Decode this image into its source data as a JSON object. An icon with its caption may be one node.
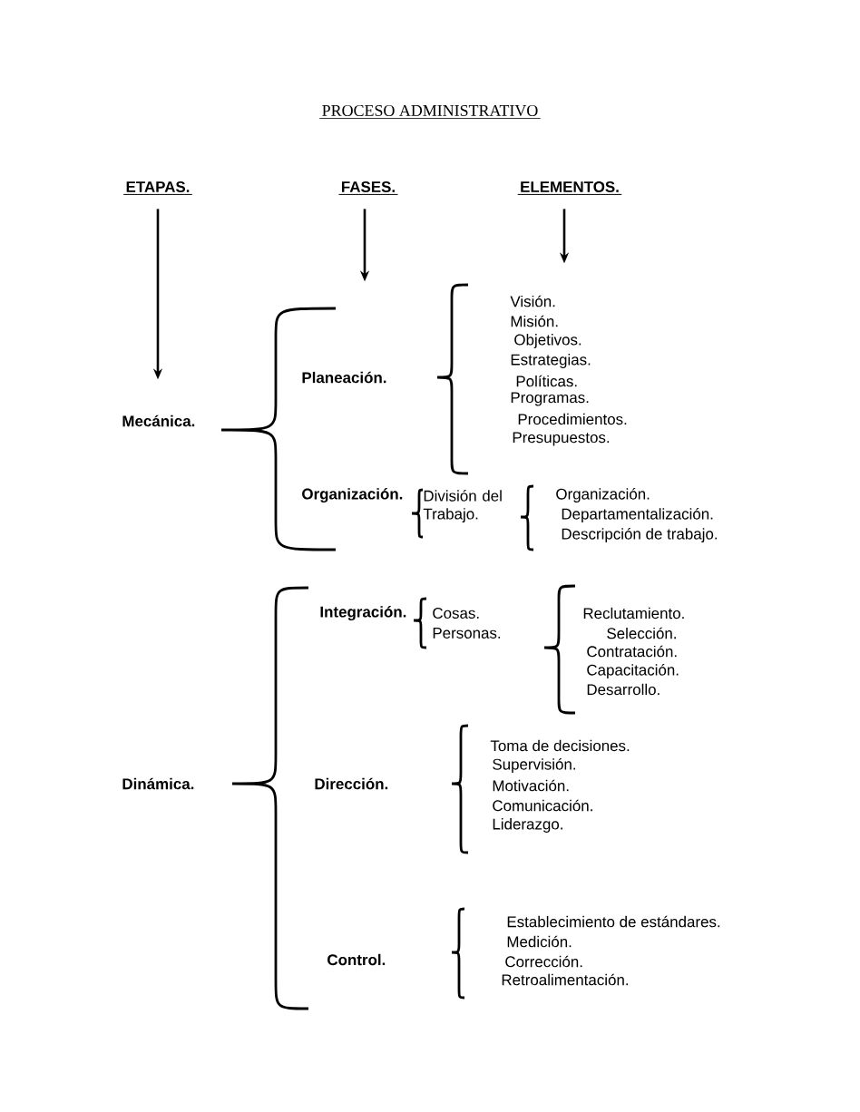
{
  "diagram": {
    "title": "PROCESO ADMINISTRATIVO",
    "nodes": [
      {
        "text": [
          "ETAPAS."
        ]
      },
      {
        "text": [
          "FASES."
        ]
      },
      {
        "text": [
          "ELEMENTOS."
        ]
      }
    ],
    "edges": [
      {
        "from": 0,
        "to": null,
        "arrow": "to"
      },
      {
        "from": 1,
        "to": null,
        "arrow": "to"
      },
      {
        "from": 2,
        "to": null,
        "arrow": "to"
      }
    ],
    "labels": [
      "Mecánica.",
      "Planeación.",
      "Visión.",
      "Misión.",
      "Objetivos.",
      "Estrategias.",
      "Políticas.",
      "Programas.",
      "Procedimientos.",
      "Presupuestos.",
      "Organización.",
      "División del Trabajo.",
      "Organización.",
      "Departamentalización.",
      "Descripción de trabajo.",
      "Dinámica.",
      "Integración.",
      "Cosas.",
      "Personas.",
      "Reclutamiento.",
      "Selección.",
      "Contratación.",
      "Capacitación.",
      "Desarrollo.",
      "Dirección.",
      "Toma de decisiones.",
      "Supervisión.",
      "Motivación.",
      "Comunicación.",
      "Liderazgo.",
      "Control.",
      "Establecimiento de estándares.",
      "Medición.",
      "Corrección.",
      "Retroalimentación."
    ]
  }
}
